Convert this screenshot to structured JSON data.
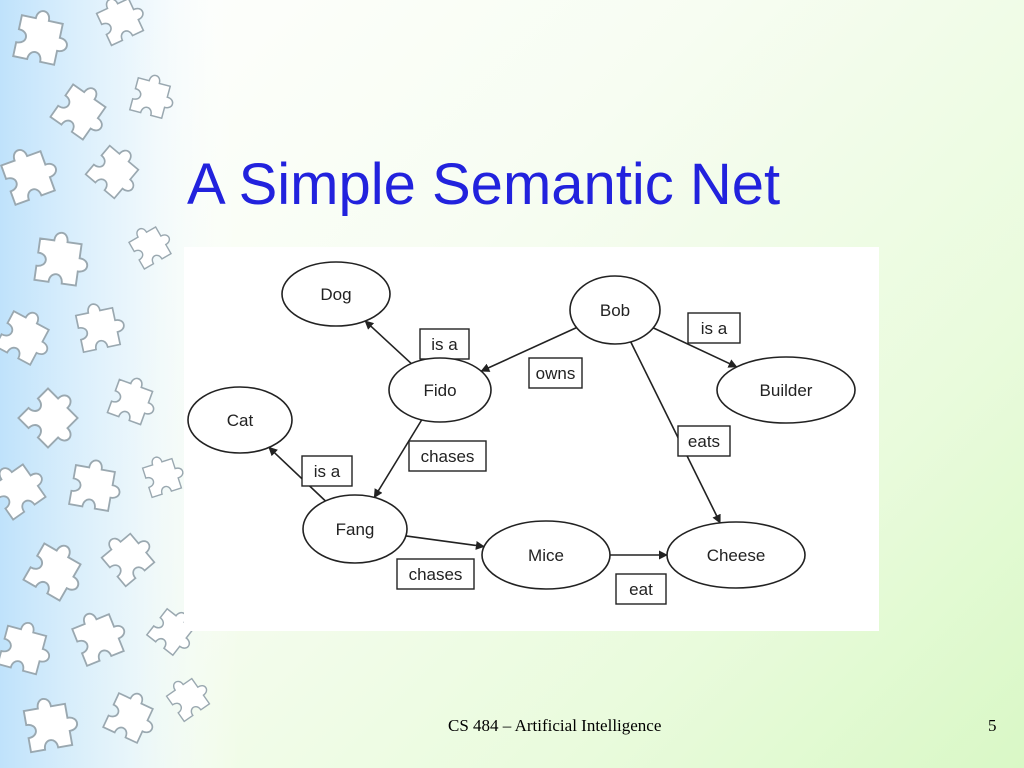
{
  "slide": {
    "title": "A Simple Semantic Net",
    "footer": "CS 484 – Artificial Intelligence",
    "page_number": "5"
  },
  "theme": {
    "title_color": "#2222dd",
    "puzzle_color": "#ffffff",
    "puzzle_outline": "#9aa8b0",
    "background_accent": "#d9f8c6",
    "sidebar_tint": "#cfe9fb"
  },
  "diagram": {
    "nodes": [
      {
        "id": "dog",
        "label": "Dog"
      },
      {
        "id": "bob",
        "label": "Bob"
      },
      {
        "id": "fido",
        "label": "Fido"
      },
      {
        "id": "builder",
        "label": "Builder"
      },
      {
        "id": "cat",
        "label": "Cat"
      },
      {
        "id": "fang",
        "label": "Fang"
      },
      {
        "id": "mice",
        "label": "Mice"
      },
      {
        "id": "cheese",
        "label": "Cheese"
      }
    ],
    "edges": [
      {
        "from": "fido",
        "to": "dog",
        "label": "is a"
      },
      {
        "from": "bob",
        "to": "fido",
        "label": "owns"
      },
      {
        "from": "bob",
        "to": "builder",
        "label": "is a"
      },
      {
        "from": "bob",
        "to": "cheese",
        "label": "eats"
      },
      {
        "from": "fido",
        "to": "fang",
        "label": "chases"
      },
      {
        "from": "fang",
        "to": "cat",
        "label": "is a"
      },
      {
        "from": "fang",
        "to": "mice",
        "label": "chases"
      },
      {
        "from": "mice",
        "to": "cheese",
        "label": "eat"
      }
    ]
  }
}
